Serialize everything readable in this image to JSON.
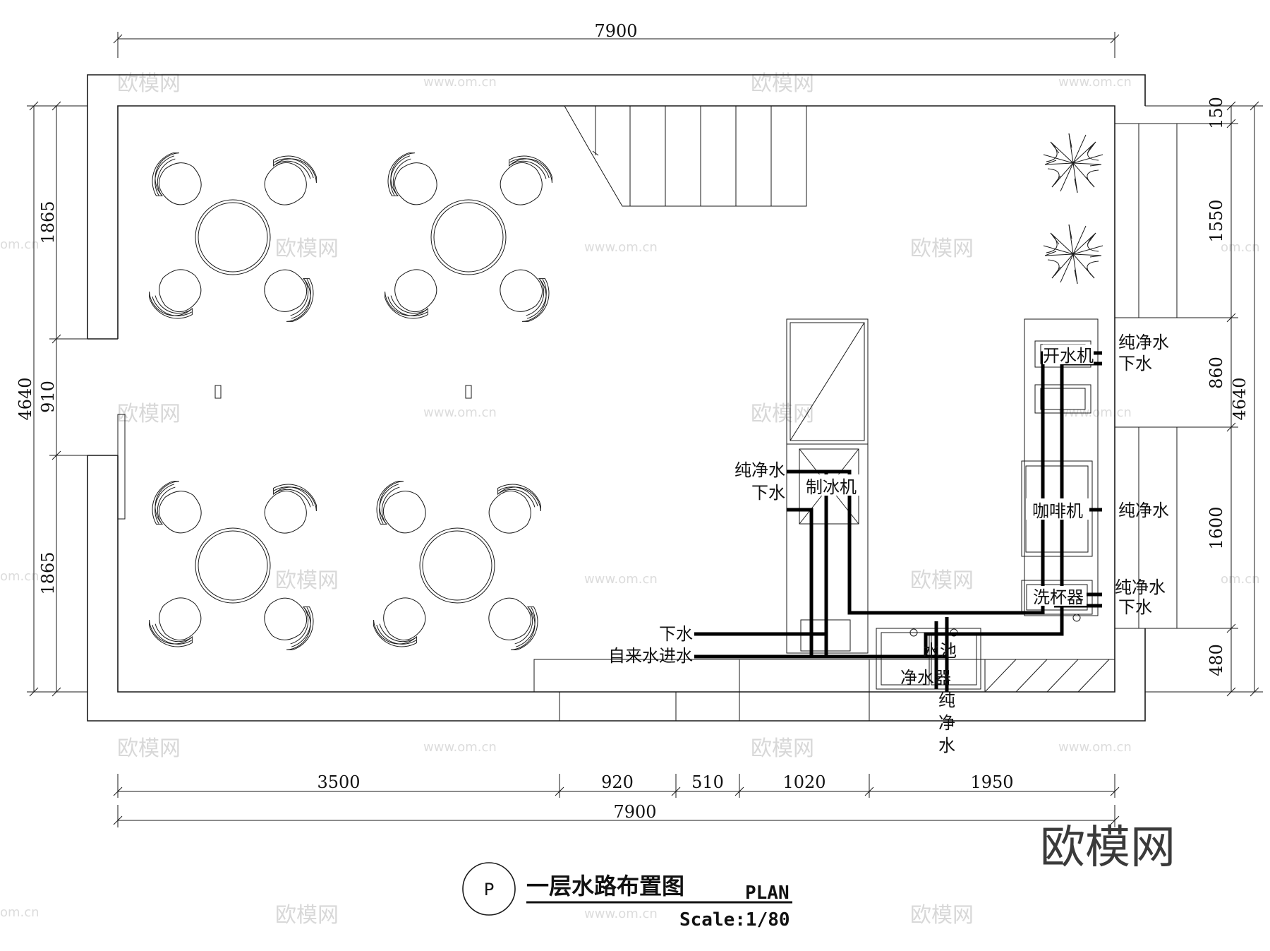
{
  "dimensions": {
    "top_total": "7900",
    "bottom_total": "7900",
    "bottom_segments": [
      "3500",
      "920",
      "510",
      "1020",
      "1950"
    ],
    "left_segments": [
      "1865",
      "910",
      "1865"
    ],
    "left_total": "4640",
    "right_segments": [
      "150",
      "1550",
      "860",
      "1600",
      "480"
    ],
    "right_total": "4640"
  },
  "equipment": {
    "ice_machine": "制冰机",
    "water_boiler": "开水机",
    "coffee_machine": "咖啡机",
    "cup_washer": "洗杯器",
    "sink": "水池",
    "purifier": "净水器"
  },
  "pipe_labels": {
    "ice_pure": "纯净水",
    "ice_drain": "下水",
    "boiler_pure": "纯净水",
    "boiler_drain": "下水",
    "coffee_pure": "纯净水",
    "washer_pure": "纯净水",
    "washer_drain": "下水",
    "main_drain": "下水",
    "main_inlet": "自来水进水",
    "purifier_out_1": "纯",
    "purifier_out_2": "净",
    "purifier_out_3": "水"
  },
  "title_block": {
    "symbol": "P",
    "title": "一层水路布置图",
    "plan": "PLAN",
    "scale": "Scale:1/80"
  },
  "watermark": {
    "logo": "欧模网",
    "url": "www.om.cn",
    "url_partial": "om.cn"
  }
}
